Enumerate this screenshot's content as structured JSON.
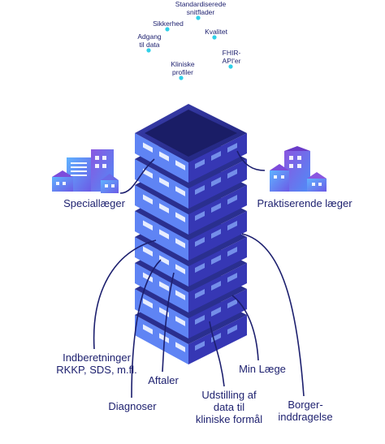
{
  "labels": {
    "top": {
      "adgang": "Adgang\ntil data",
      "sikkerhed": "Sikkerhed",
      "standard": "Standardiserede\nsnitflader",
      "kliniske_profiler": "Kliniske\nprofiler",
      "kvalitet": "Kvalitet",
      "fhir": "FHIR-\nAPI'er"
    },
    "left": "Speciallæger",
    "right": "Praktiserende læger",
    "bottom": {
      "indberetninger": "Indberetninger\nRKKP, SDS, m.fl.",
      "diagnoser": "Diagnoser",
      "aftaler": "Aftaler",
      "udstilling": "Udstilling af\ndata til\nkliniske formål",
      "min_laege": "Min Læge",
      "borger": "Borger-\ninddragelse"
    }
  },
  "colors": {
    "line": "#1c1f6e",
    "accent_line": "#7d4cdb",
    "dot": "#2fd0e8",
    "server_top": "#2a2f8f",
    "server_front_light": "#5a7cf2",
    "server_front_dark": "#2b2c9a",
    "building_blue": "#4f8cf7",
    "building_purple": "#8a56e0"
  }
}
